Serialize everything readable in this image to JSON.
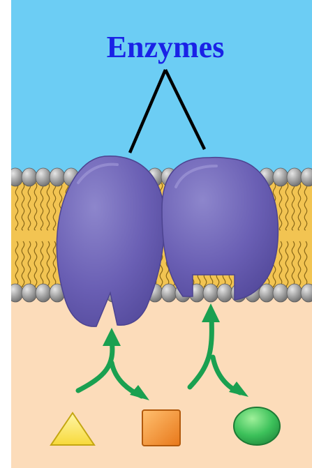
{
  "diagram": {
    "label": "Enzymes",
    "colors": {
      "extracellular": "#6ccdf4",
      "cytoplasm": "#fcdcba",
      "lipid_tail": "#f2c452",
      "phospholipid_head": "#9a9a9a",
      "enzyme": "#6a5fb4",
      "enzyme_outline": "#4c4390",
      "label": "#1a22e6",
      "pointer": "#000000",
      "arrow": "#1aa050",
      "triangle": "#fce64a",
      "square": "#f39230",
      "oval": "#3cc15a"
    },
    "substrates": [
      "triangle",
      "square",
      "oval"
    ]
  }
}
